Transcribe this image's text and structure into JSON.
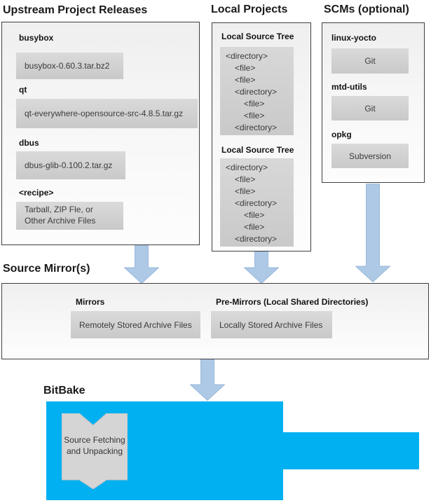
{
  "colors": {
    "bitbake_blue": "#00b0f0",
    "arrow_blue": "#adc9e6",
    "box_gray": "#d2d2d2"
  },
  "upstream": {
    "heading": "Upstream Project Releases",
    "items": [
      {
        "label": "busybox",
        "value": "busybox-0.60.3.tar.bz2"
      },
      {
        "label": "qt",
        "value": "qt-everywhere-opensource-src-4.8.5.tar.gz"
      },
      {
        "label": "dbus",
        "value": "dbus-glib-0.100.2.tar.gz"
      },
      {
        "label": "<recipe>",
        "value": "Tarball, ZIP Fle, or\nOther Archive Files"
      }
    ]
  },
  "local_projects": {
    "heading": "Local Projects",
    "tree_label": "Local Source Tree",
    "tree_lines": [
      {
        "text": "<directory>",
        "indent": 0
      },
      {
        "text": "<file>",
        "indent": 1
      },
      {
        "text": "<file>",
        "indent": 1
      },
      {
        "text": "<directory>",
        "indent": 1
      },
      {
        "text": "<file>",
        "indent": 2
      },
      {
        "text": "<file>",
        "indent": 2
      },
      {
        "text": "<directory>",
        "indent": 1
      }
    ]
  },
  "scms": {
    "heading": "SCMs (optional)",
    "items": [
      {
        "label": "linux-yocto",
        "value": "Git"
      },
      {
        "label": "mtd-utils",
        "value": "Git"
      },
      {
        "label": "opkg",
        "value": "Subversion"
      }
    ]
  },
  "source_mirrors": {
    "heading": "Source Mirror(s)",
    "mirrors_label": "Mirrors",
    "mirrors_value": "Remotely Stored Archive Files",
    "premirrors_label": "Pre-Mirrors (Local Shared Directories)",
    "premirrors_value": "Locally Stored Archive Files"
  },
  "bitbake": {
    "heading": "BitBake",
    "process": "Source Fetching and Unpacking"
  }
}
